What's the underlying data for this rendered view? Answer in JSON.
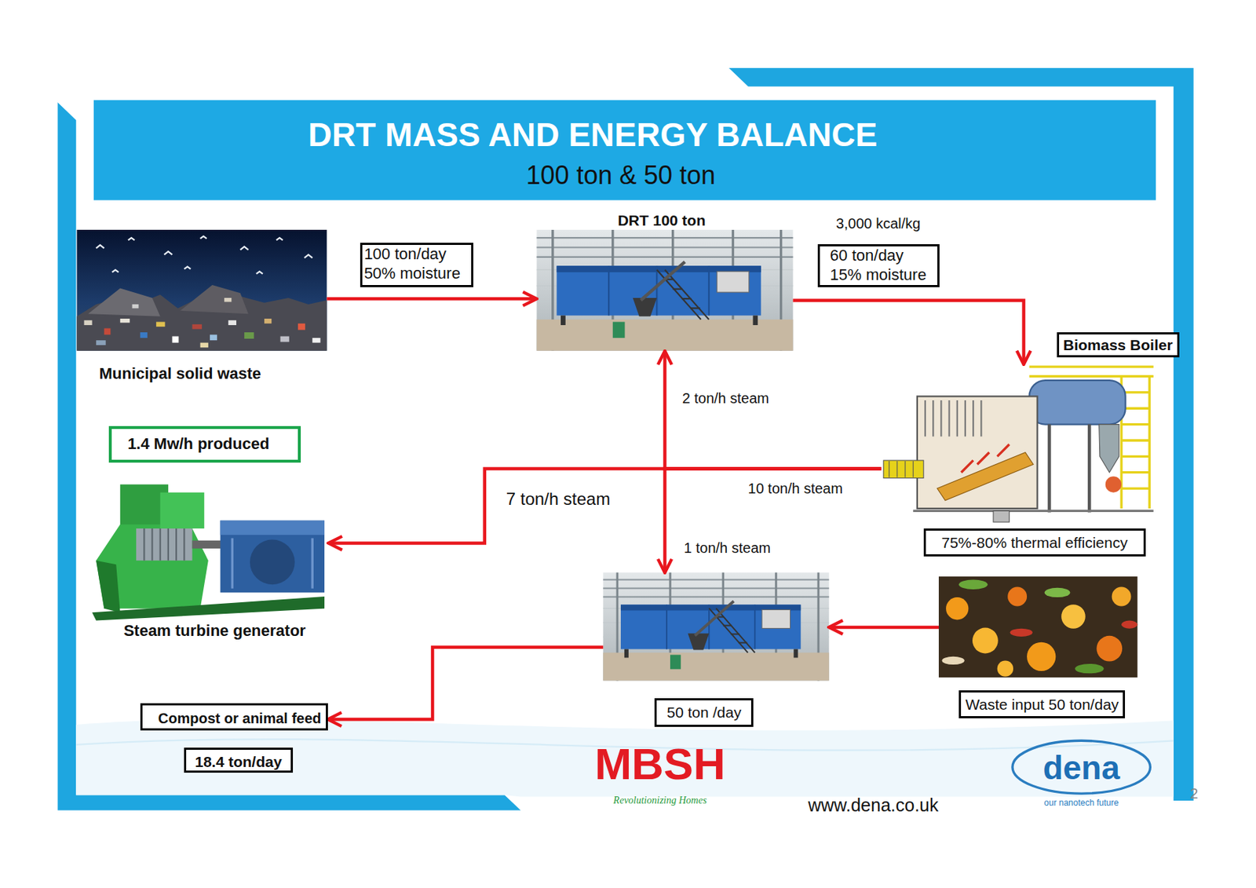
{
  "diagram": {
    "title": "DRT MASS AND ENERGY BALANCE",
    "nodes": [
      {
        "text": [
          "Municipal solid waste"
        ]
      },
      {
        "text": [
          "DRT 100 ton"
        ]
      },
      {
        "text": [
          "Biomass Boiler",
          "75%-80% thermal efficiency"
        ]
      },
      {
        "text": [
          "1.4 Mw/h produced",
          "Steam turbine generator"
        ]
      },
      {
        "text": [
          "50 ton /day"
        ]
      },
      {
        "text": [
          "Waste input 50 ton/day"
        ]
      },
      {
        "text": [
          "Compost or animal feed",
          "18.4 ton/day"
        ]
      }
    ],
    "edges": [
      {
        "from": 0,
        "to": 1,
        "arrow": "to",
        "label": "100 ton/day 50% moisture"
      },
      {
        "from": 1,
        "to": 2,
        "arrow": "to",
        "label": "60 ton/day 15% moisture"
      },
      {
        "from": 2,
        "to": 1,
        "arrow": "to",
        "label": "2 ton/h steam"
      },
      {
        "from": 2,
        "to": 3,
        "arrow": "to",
        "label": "7 ton/h steam"
      },
      {
        "from": 2,
        "to": 4,
        "arrow": "to",
        "label": "1 ton/h steam"
      },
      {
        "from": 5,
        "to": 4,
        "arrow": "to"
      },
      {
        "from": 4,
        "to": 6,
        "arrow": "to"
      }
    ],
    "labels": [
      "100 ton & 50 ton",
      "3,000 kcal/kg",
      "10 ton/h steam",
      "MBSH",
      "Revolutionizing Homes",
      "www.dena.co.uk",
      "dena",
      "our nanotech future",
      "2"
    ]
  }
}
